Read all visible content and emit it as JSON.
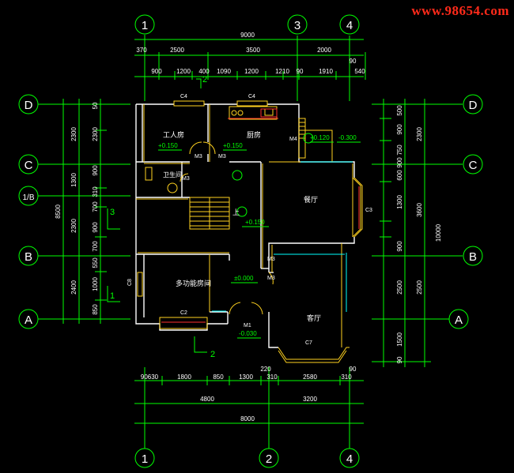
{
  "watermark": "www.98654.com",
  "axes": {
    "top": [
      "1",
      "3",
      "4"
    ],
    "bottom": [
      "1",
      "2",
      "4"
    ],
    "left": [
      "D",
      "C",
      "1/B",
      "B",
      "A"
    ],
    "right": [
      "D",
      "C",
      "B",
      "A"
    ]
  },
  "top_dims": {
    "overall": "9000",
    "row1": [
      "370",
      "2500",
      "3500",
      "2000"
    ],
    "row2": [
      "900",
      "1200",
      "400",
      "1090",
      "1200",
      "1210",
      "90",
      "1910",
      "540"
    ],
    "side": "90"
  },
  "bottom_dims": {
    "row1": [
      "90630",
      "1800",
      "850",
      "1300",
      "310",
      "2580",
      "310"
    ],
    "row1_small": [
      "220",
      "90"
    ],
    "row2": [
      "4800",
      "3200"
    ],
    "overall": "8000"
  },
  "left_dims": {
    "overall": "8500",
    "col1": [
      "2300",
      "1300",
      "2300",
      "2400"
    ],
    "col2": [
      "50",
      "2300",
      "900",
      "310",
      "700",
      "900",
      "700",
      "550",
      "1000",
      "850"
    ]
  },
  "right_dims": {
    "overall": "10000",
    "col1": [
      "500",
      "900",
      "750",
      "900",
      "600",
      "1300",
      "900",
      "2500",
      "1500",
      "90"
    ],
    "col2": [
      "2300",
      "3600",
      "2500"
    ]
  },
  "rooms": {
    "worker_room": "工人房",
    "kitchen": "厨房",
    "bathroom": "卫生间",
    "dining": "餐厅",
    "multipurpose": "多功能房间",
    "living": "客厅"
  },
  "levels": [
    "+0.150",
    "+0.150",
    "+0.120",
    "-0.300",
    "+0.150",
    "±0.000",
    "-0.030"
  ],
  "window_tags": [
    "C4",
    "C4",
    "C3",
    "C2",
    "C7",
    "C8"
  ],
  "door_tags": [
    "M3",
    "M3",
    "M3",
    "M4",
    "M3",
    "M3",
    "M1"
  ],
  "misc_labels": {
    "up": "上",
    "section_mark_2": "2",
    "section_mark_3": "3",
    "section_mark_1": "1"
  }
}
